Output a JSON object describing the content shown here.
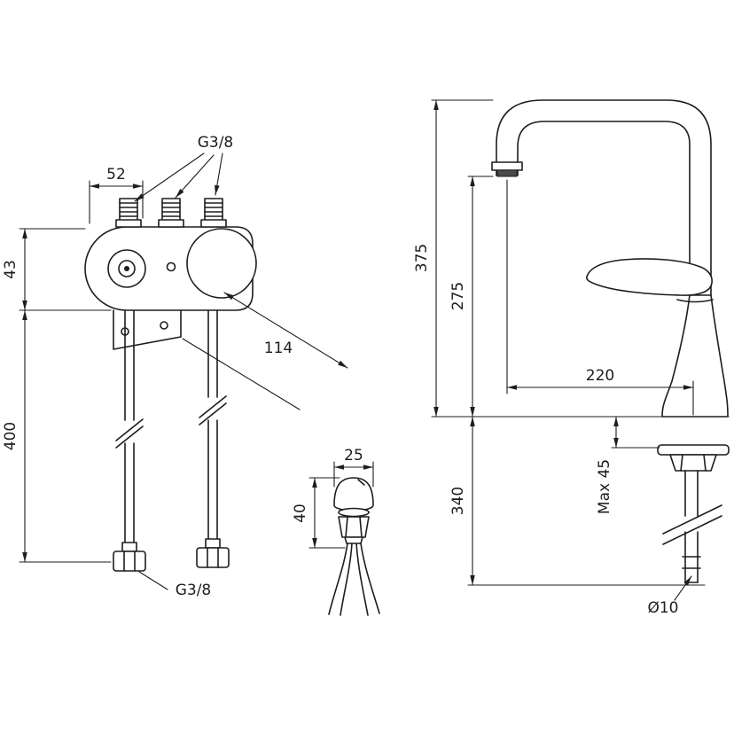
{
  "page": {
    "background_color": "#ffffff",
    "line_color": "#1d1d1d"
  },
  "drawing": {
    "left_view": {
      "labels": {
        "thread_size_top": "G3/8",
        "dim_width": "52",
        "dim_height": "43",
        "dim_hose_length": "400",
        "dim_depth": "114",
        "thread_size_bottom": "G3/8"
      }
    },
    "detail_view": {
      "labels": {
        "dim_width": "25",
        "dim_height": "40"
      }
    },
    "side_view": {
      "labels": {
        "dim_total_height": "375",
        "dim_spout_height": "275",
        "dim_spout_reach": "220",
        "dim_pipe_length": "340",
        "dim_max_deck_thickness": "Max 45",
        "dim_pipe_diameter": "Ø10"
      }
    }
  }
}
